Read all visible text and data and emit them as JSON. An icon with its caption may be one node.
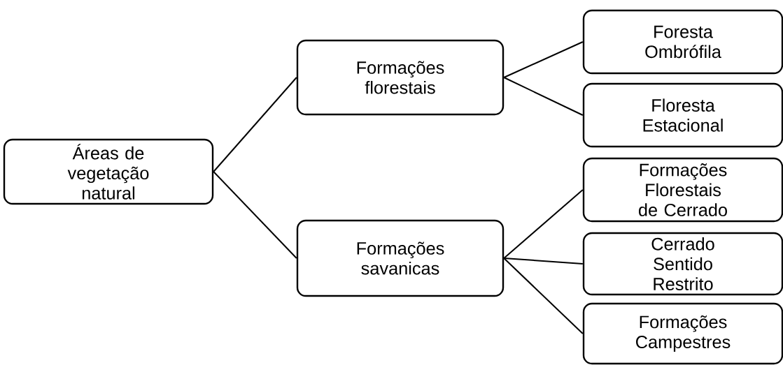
{
  "diagram": {
    "nodes": [
      {
        "text": [
          "Áreas de vegetação natural"
        ]
      },
      {
        "text": [
          "Formações florestais"
        ]
      },
      {
        "text": [
          "Formações savanicas"
        ]
      },
      {
        "text": [
          "Foresta Ombrófila"
        ]
      },
      {
        "text": [
          "Floresta Estacional"
        ]
      },
      {
        "text": [
          "Formações Florestais de Cerrado"
        ]
      },
      {
        "text": [
          "Cerrado Sentido Restrito"
        ]
      },
      {
        "text": [
          "Formações Campestres"
        ]
      }
    ],
    "edges": [
      {
        "from": 0,
        "to": 1,
        "arrow": "none"
      },
      {
        "from": 0,
        "to": 2,
        "arrow": "none"
      },
      {
        "from": 1,
        "to": 3,
        "arrow": "none"
      },
      {
        "from": 1,
        "to": 4,
        "arrow": "none"
      },
      {
        "from": 2,
        "to": 5,
        "arrow": "none"
      },
      {
        "from": 2,
        "to": 6,
        "arrow": "none"
      },
      {
        "from": 2,
        "to": 7,
        "arrow": "none"
      }
    ]
  }
}
